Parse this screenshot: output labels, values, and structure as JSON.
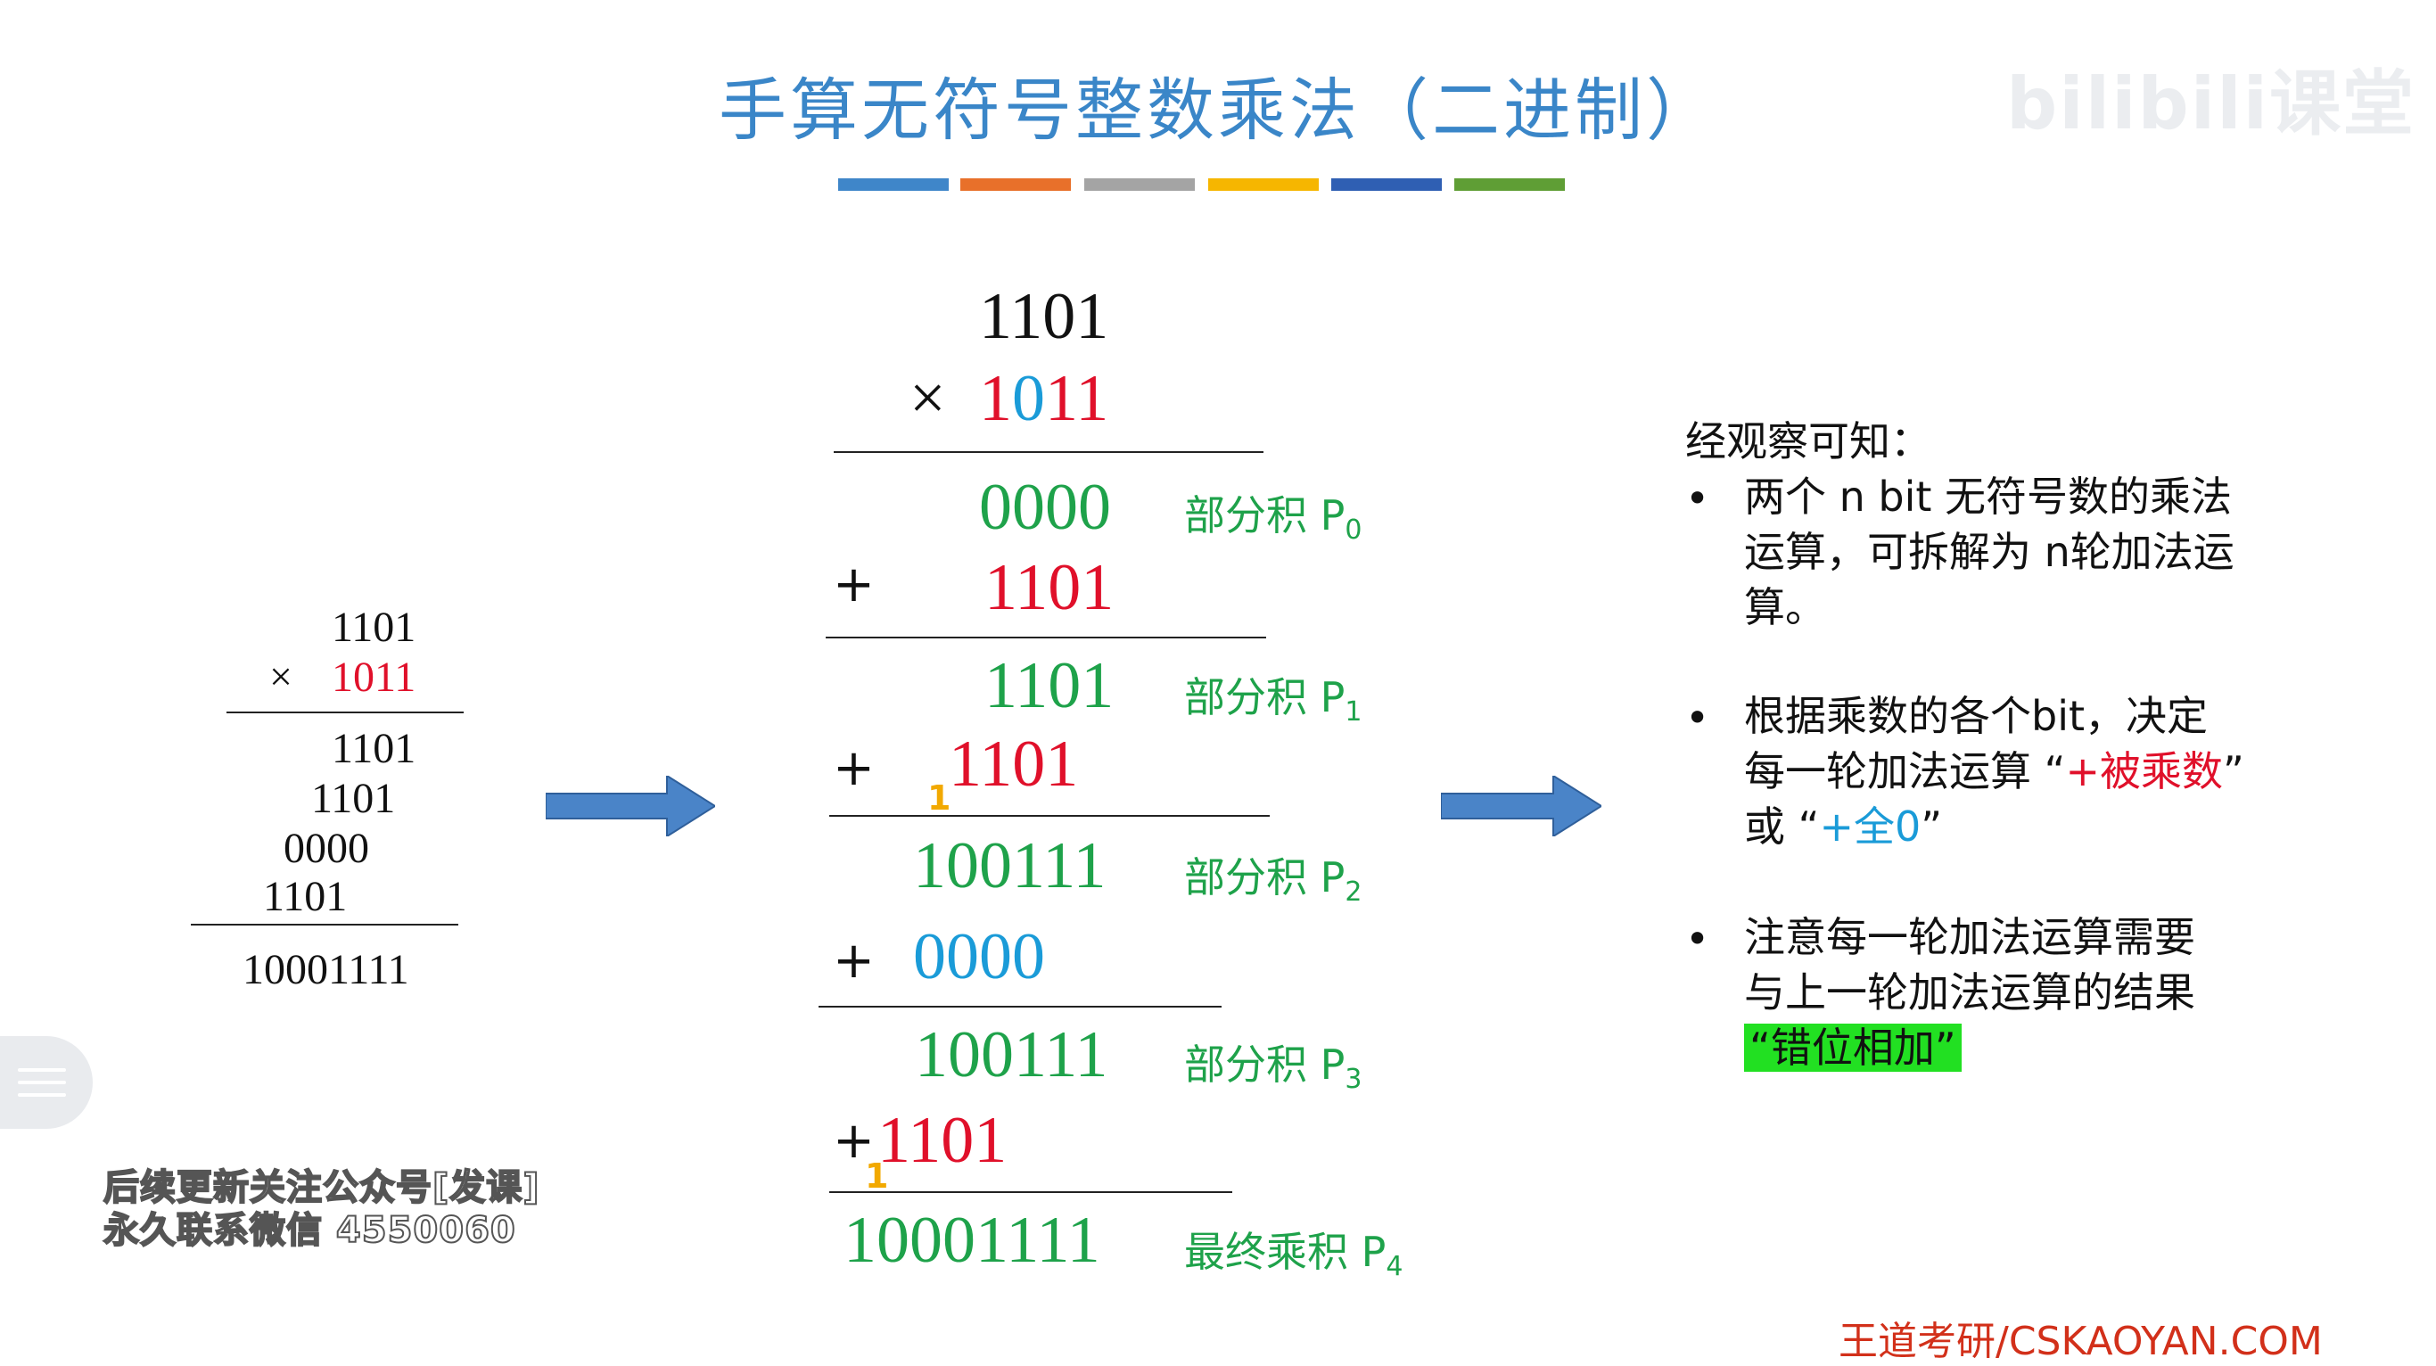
{
  "slide": {
    "title": "手算无符号整数乘法（二进制）",
    "color_bars": [
      "#3f86c9",
      "#e8702a",
      "#a4a4a4",
      "#f6b600",
      "#2f5fb3",
      "#5f9e35"
    ],
    "watermark": "bilibili课堂"
  },
  "left_calc": {
    "multiplicand": "1101",
    "times_sign": "×",
    "multiplier": "1011",
    "rows": [
      "1101",
      "1101",
      "0000",
      "1101"
    ],
    "result": "10001111"
  },
  "middle_calc": {
    "multiplicand": "1101",
    "times_sign": "×",
    "multiplier_digits": [
      {
        "d": "1",
        "color": "#e0102a"
      },
      {
        "d": "0",
        "color": "#1a9bd8"
      },
      {
        "d": "1",
        "color": "#e0102a"
      },
      {
        "d": "1",
        "color": "#e0102a"
      }
    ],
    "p0_value": "0000",
    "p0_label": "部分积 P",
    "p0_sub": "0",
    "add1_sign": "+",
    "add1_value": "1101",
    "p1_value": "1101",
    "p1_label": "部分积 P",
    "p1_sub": "1",
    "add2_sign": "+",
    "add2_value": "1101",
    "carry1": "1",
    "p2_value": "100111",
    "p2_label": "部分积 P",
    "p2_sub": "2",
    "add3_sign": "+",
    "add3_value": "0000",
    "p3_value": "100111",
    "p3_label": "部分积 P",
    "p3_sub": "3",
    "add4_sign": "+",
    "add4_value": "1101",
    "carry2": "1",
    "p4_value": "10001111",
    "p4_label": "最终乘积 P",
    "p4_sub": "4"
  },
  "notes": {
    "heading": "经观察可知：",
    "bullet_char": "•",
    "b1_lines": [
      "两个 n bit 无符号数的乘法",
      "运算，可拆解为 n轮加法运",
      "算。"
    ],
    "b2_line1": "根据乘数的各个bit，决定",
    "b2_line2_pre": "每一轮加法运算 “",
    "b2_line2_red": "+被乘数",
    "b2_line2_post": "”",
    "b2_line3_pre": "或 “",
    "b2_line3_blue": "+全0",
    "b2_line3_post": "”",
    "b3_lines": [
      "注意每一轮加法运算需要",
      "与上一轮加法运算的结果"
    ],
    "b3_highlight": "“错位相加”"
  },
  "overlay_text": [
    "后续更新关注公众号[发课]",
    "永久联系微信 4550060"
  ],
  "footer": "王道考研/CSKAOYAN.COM"
}
